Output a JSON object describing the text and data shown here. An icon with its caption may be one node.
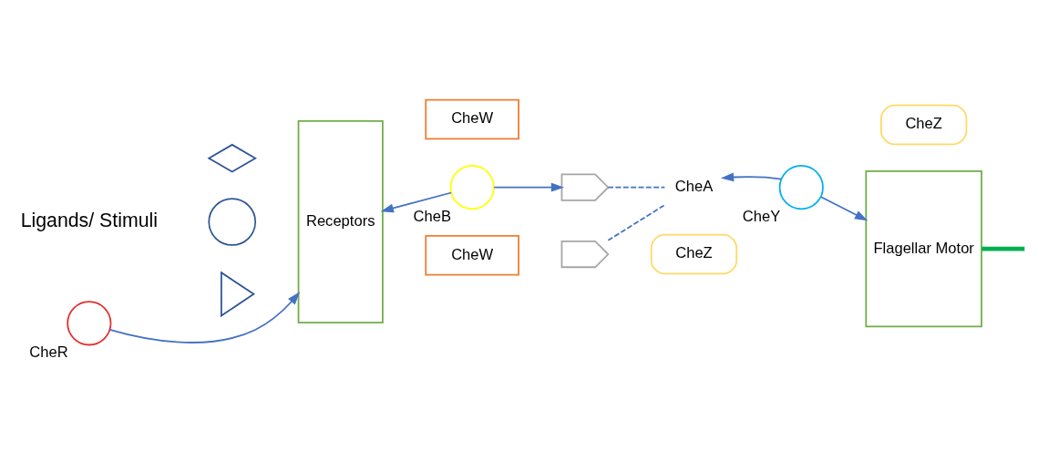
{
  "diagram": {
    "nodes": [
      {
        "text": [
          "Receptors"
        ]
      },
      {
        "text": [],
        "shape": "diamond"
      },
      {
        "text": [],
        "shape": "circle"
      },
      {
        "text": [],
        "shape": "triangle"
      },
      {
        "text": [
          "CheW"
        ]
      },
      {
        "text": [
          "CheW"
        ]
      },
      {
        "text": [],
        "shape": "chevron"
      },
      {
        "text": [],
        "shape": "chevron"
      },
      {
        "text": [
          "CheZ"
        ]
      },
      {
        "text": [],
        "shape": "circle",
        "beside": [
          "CheB"
        ]
      },
      {
        "text": [
          "CheA"
        ]
      },
      {
        "text": [],
        "shape": "circle",
        "beside": [
          "CheY"
        ]
      },
      {
        "text": [
          "CheZ"
        ]
      },
      {
        "text": [
          "Flagellar Motor"
        ]
      },
      {
        "text": [],
        "shape": "circle",
        "beside": [
          "CheR"
        ]
      }
    ],
    "edges": [
      {
        "from": 9,
        "to": 0,
        "arrow": "to"
      },
      {
        "from": 9,
        "to": 6,
        "arrow": "to"
      },
      {
        "from": 6,
        "to": 10,
        "arrow": "none",
        "style": "dashed"
      },
      {
        "from": 7,
        "to": 10,
        "arrow": "none",
        "style": "dashed"
      },
      {
        "from": 11,
        "to": 10,
        "arrow": "to"
      },
      {
        "from": 11,
        "to": 13,
        "arrow": "to"
      },
      {
        "from": 14,
        "to": 0,
        "arrow": "to"
      },
      {
        "from": 13,
        "to": null,
        "arrow": "none",
        "style": "thick",
        "color": "#00b050"
      }
    ],
    "labels": [
      "Ligands/ Stimuli"
    ]
  }
}
